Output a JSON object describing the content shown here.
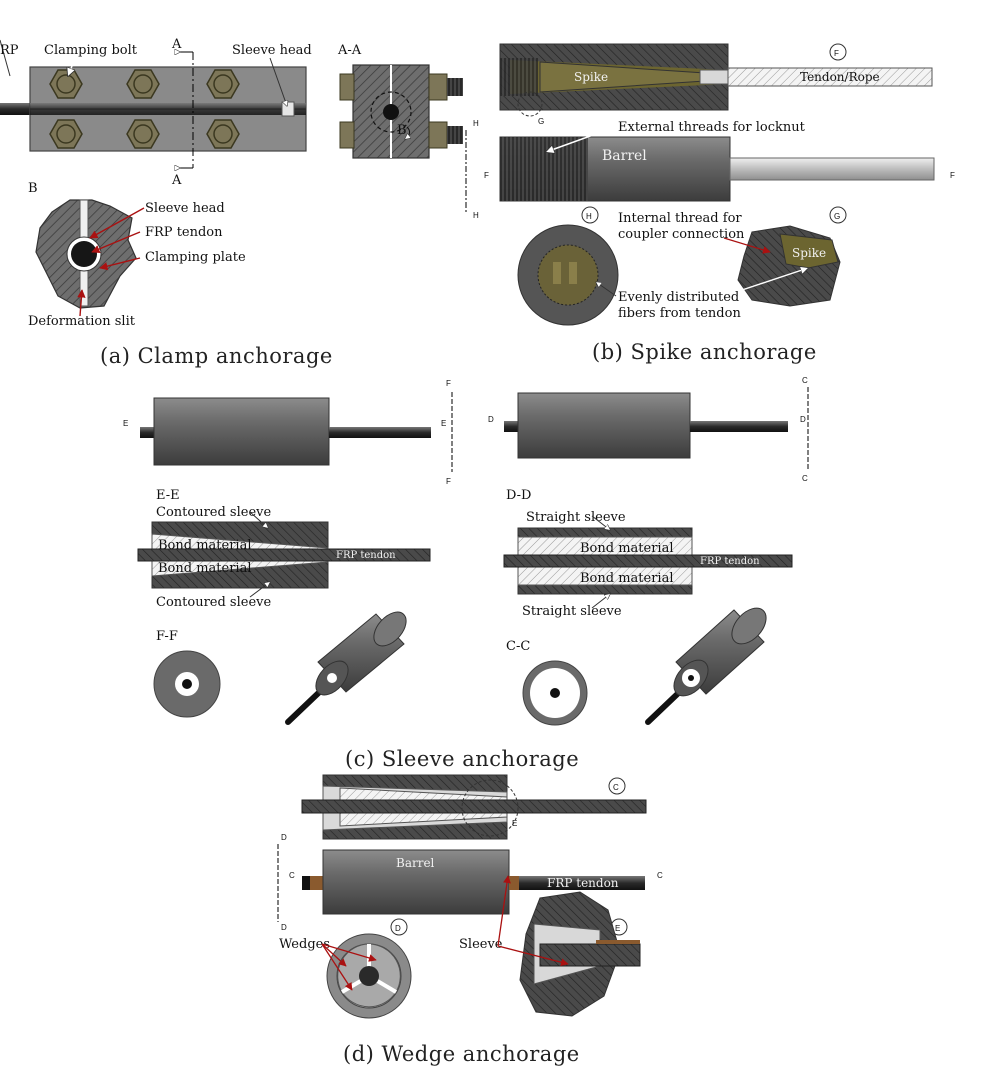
{
  "panel_a": {
    "caption": "(a) Clamp anchorage",
    "rp": "RP",
    "clamping_bolt": "Clamping bolt",
    "sleeve_head": "Sleeve head",
    "a_top": "A",
    "a_bottom": "A",
    "section_aa": "A-A",
    "b_mark": "B",
    "detail_b": "B",
    "sleeve_head_b": "Sleeve head",
    "frp_tendon": "FRP tendon",
    "clamping_plate": "Clamping plate",
    "deformation_slit": "Deformation slit"
  },
  "panel_b": {
    "caption": "(b) Spike anchorage",
    "spike": "Spike",
    "tendon_rope": "Tendon/Rope",
    "f_circle": "F",
    "g_small": "G",
    "external_threads": "External threads for locknut",
    "barrel": "Barrel",
    "h_top": "H",
    "h_bottom": "H",
    "f_left": "F",
    "f_right": "F",
    "h_circle": "H",
    "g_circle": "G",
    "internal_thread_1": "Internal thread for",
    "internal_thread_2": "coupler connection",
    "spike_detail": "Spike",
    "evenly_1": "Evenly distributed",
    "evenly_2": "fibers from tendon"
  },
  "panel_c": {
    "caption": "(c) Sleeve anchorage",
    "f_top": "F",
    "f_bottom": "F",
    "e_left": "E",
    "e_right": "E",
    "c_top": "C",
    "c_bottom": "C",
    "d_left": "D",
    "d_right": "D",
    "section_ee": "E-E",
    "contoured_top": "Contoured sleeve",
    "bond_top": "Bond material",
    "frp_tendon_left": "FRP tendon",
    "bond_bottom": "Bond material",
    "contoured_bottom": "Contoured sleeve",
    "section_dd": "D-D",
    "straight_top": "Straight sleeve",
    "bond_r_top": "Bond material",
    "frp_tendon_right": "FRP tendon",
    "bond_r_bottom": "Bond material",
    "straight_bottom": "Straight sleeve",
    "section_ff": "F-F",
    "section_cc": "C-C"
  },
  "panel_d": {
    "caption": "(d) Wedge anchorage",
    "c_circle": "C",
    "e_small": "E",
    "d_top": "D",
    "d_bottom": "D",
    "c_left": "C",
    "c_right": "C",
    "barrel": "Barrel",
    "frp_tendon": "FRP tendon",
    "d_circle": "D",
    "e_circle": "E",
    "wedges": "Wedges",
    "sleeve": "Sleeve"
  }
}
